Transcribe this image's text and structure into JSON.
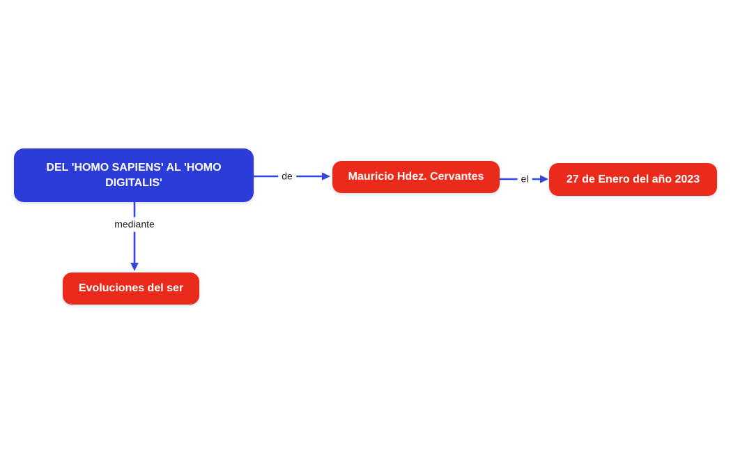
{
  "canvas": {
    "background": "#ffffff"
  },
  "colors": {
    "primary_node": "#2b3cd9",
    "secondary_node": "#ea2a1b",
    "connector": "#3346e0",
    "edge_label_text": "#1e1e1e",
    "node_text": "#ffffff"
  },
  "nodes": {
    "main": {
      "label": "DEL 'HOMO SAPIENS' AL 'HOMO DIGITALIS'"
    },
    "author": {
      "label": "Mauricio Hdez. Cervantes"
    },
    "date": {
      "label": "27 de Enero del año 2023"
    },
    "method": {
      "label": "Evoluciones del ser"
    }
  },
  "edges": {
    "main_to_author": {
      "label": "de"
    },
    "author_to_date": {
      "label": "el"
    },
    "main_to_method": {
      "label": "mediante"
    }
  }
}
